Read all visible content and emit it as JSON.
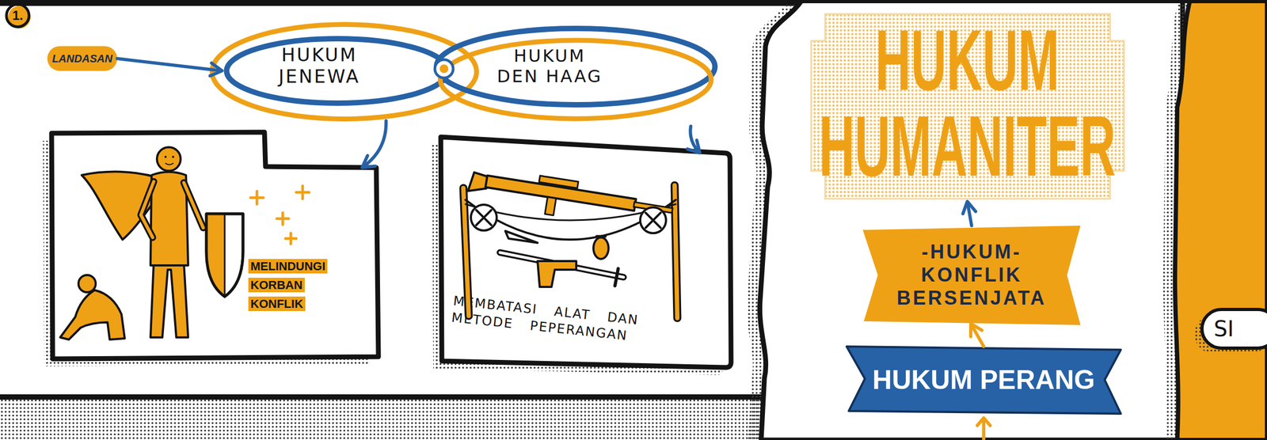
{
  "diagram": {
    "nodes": [
      {
        "text": [
          "LANDASAN"
        ]
      },
      {
        "text": [
          "HUKUM JENEWA"
        ]
      },
      {
        "text": [
          "HUKUM DEN HAAG"
        ]
      },
      {
        "text": [
          "MELINDUNGI KORBAN KONFLIK"
        ]
      },
      {
        "text": [
          "MEMBATASI ALAT DAN METODE PEPERANGAN"
        ]
      },
      {
        "text": [
          "HUKUM HUMANITER"
        ]
      },
      {
        "text": [
          "-HUKUM- KONFLIK BERSENJATA"
        ]
      },
      {
        "text": [
          "HUKUM PERANG"
        ]
      },
      {
        "text": [
          "SI"
        ]
      }
    ],
    "edges": [
      {
        "from": 0,
        "to": 1,
        "arrow": "to"
      },
      {
        "from": 1,
        "to": 3,
        "arrow": "to"
      },
      {
        "from": 2,
        "to": 4,
        "arrow": "to"
      },
      {
        "from": 7,
        "to": 6,
        "arrow": "to"
      },
      {
        "from": 6,
        "to": 5,
        "arrow": "to"
      }
    ],
    "labels": [
      "1."
    ]
  }
}
